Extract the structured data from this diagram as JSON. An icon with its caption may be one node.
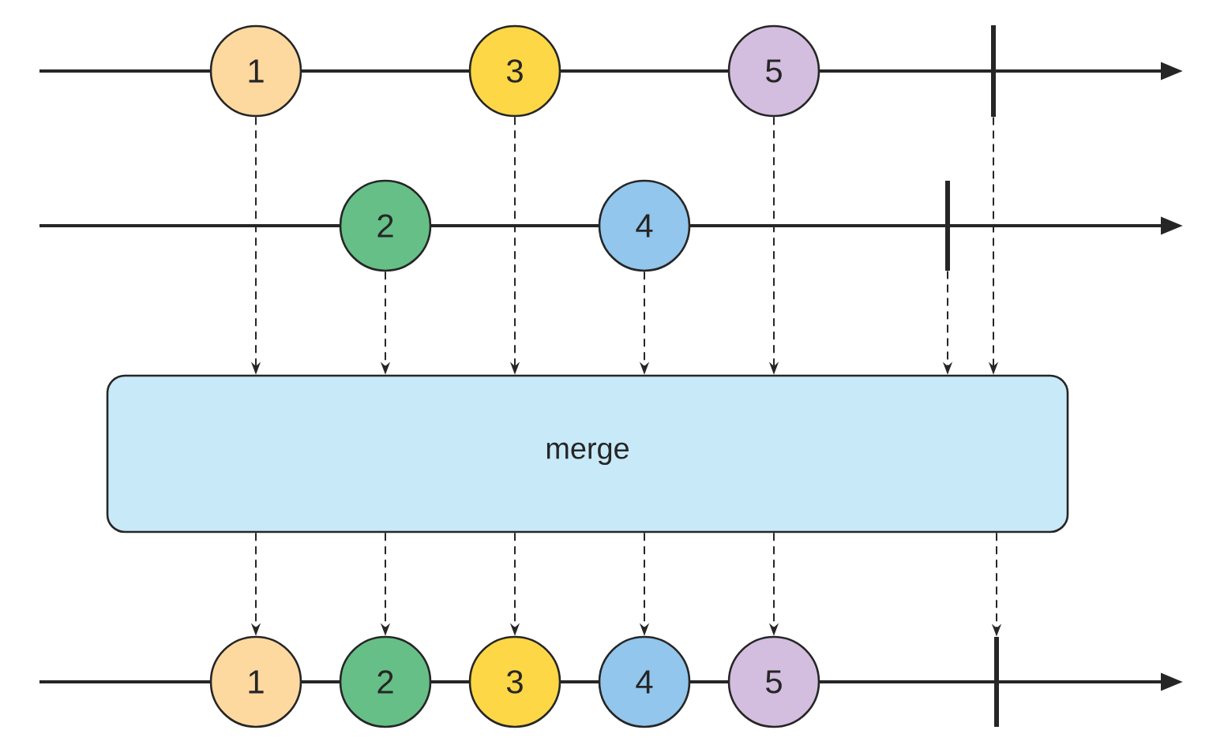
{
  "diagram": {
    "nodes": [
      {
        "text": [
          "1"
        ]
      },
      {
        "text": [
          "3"
        ]
      },
      {
        "text": [
          "5"
        ]
      },
      {
        "text": [],
        "shape": "bar"
      },
      {
        "text": [
          "2"
        ]
      },
      {
        "text": [
          "4"
        ]
      },
      {
        "text": [],
        "shape": "bar"
      },
      {
        "text": [
          "merge"
        ]
      },
      {
        "text": [
          "1"
        ]
      },
      {
        "text": [
          "2"
        ]
      },
      {
        "text": [
          "3"
        ]
      },
      {
        "text": [
          "4"
        ]
      },
      {
        "text": [
          "5"
        ]
      },
      {
        "text": [],
        "shape": "bar"
      }
    ],
    "edges": [
      {
        "from": 0,
        "to": 7,
        "arrow": "to",
        "style": "dashed"
      },
      {
        "from": 4,
        "to": 7,
        "arrow": "to",
        "style": "dashed"
      },
      {
        "from": 1,
        "to": 7,
        "arrow": "to",
        "style": "dashed"
      },
      {
        "from": 5,
        "to": 7,
        "arrow": "to",
        "style": "dashed"
      },
      {
        "from": 2,
        "to": 7,
        "arrow": "to",
        "style": "dashed"
      },
      {
        "from": 6,
        "to": 7,
        "arrow": "to",
        "style": "dashed"
      },
      {
        "from": 3,
        "to": 7,
        "arrow": "to",
        "style": "dashed"
      },
      {
        "from": 7,
        "to": 8,
        "arrow": "to",
        "style": "dashed"
      },
      {
        "from": 7,
        "to": 9,
        "arrow": "to",
        "style": "dashed"
      },
      {
        "from": 7,
        "to": 10,
        "arrow": "to",
        "style": "dashed"
      },
      {
        "from": 7,
        "to": 11,
        "arrow": "to",
        "style": "dashed"
      },
      {
        "from": 7,
        "to": 12,
        "arrow": "to",
        "style": "dashed"
      },
      {
        "from": 7,
        "to": 13,
        "arrow": "to",
        "style": "dashed"
      }
    ]
  }
}
